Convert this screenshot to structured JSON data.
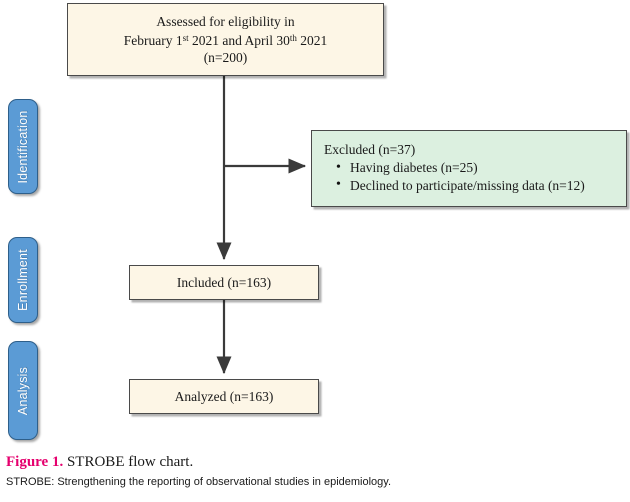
{
  "figure": {
    "type": "flowchart",
    "caption_label": "Figure 1.",
    "caption_title": " STROBE flow chart.",
    "footnote": "STROBE: Strengthening the reporting of observational studies in epidemiology.",
    "colors": {
      "cream_box": "#FDF6E6",
      "green_box": "#DCF0E0",
      "phase_pill": "#5B9BD5",
      "pill_border": "#2E5F8A",
      "box_border": "#4A4A4A",
      "caption_accent": "#E5006E",
      "connector": "#3A3A3A"
    }
  },
  "phases": [
    {
      "id": "identification",
      "label": "Identification"
    },
    {
      "id": "enrollment",
      "label": "Enrollment"
    },
    {
      "id": "analysis",
      "label": "Analysis"
    }
  ],
  "nodes": {
    "assessed": {
      "line1": "Assessed for eligibility in",
      "line2_pre": "February 1",
      "line2_sup1": "st",
      "line2_mid": " 2021 and April 30",
      "line2_sup2": "th",
      "line2_post": " 2021",
      "line3": "(n=200)",
      "n": 200
    },
    "excluded": {
      "heading": "Excluded (n=37)",
      "n": 37,
      "bullet_glyph": "•",
      "items": [
        {
          "text": "Having diabetes (n=25)",
          "n": 25
        },
        {
          "text": "Declined to participate/missing data (n=12)",
          "n": 12
        }
      ]
    },
    "included": {
      "label": "Included (n=163)",
      "n": 163
    },
    "analyzed": {
      "label": "Analyzed (n=163)",
      "n": 163
    }
  },
  "edges": [
    {
      "from": "assessed",
      "to": "excluded",
      "kind": "branch-right"
    },
    {
      "from": "assessed",
      "to": "included",
      "kind": "down-arrow"
    },
    {
      "from": "included",
      "to": "analyzed",
      "kind": "down-arrow"
    }
  ]
}
